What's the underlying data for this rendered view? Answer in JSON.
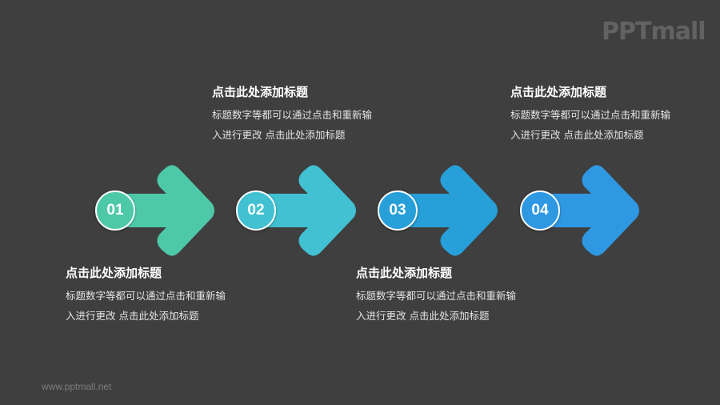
{
  "brand": {
    "logo_text": "PPTmall",
    "footer_url": "www.pptmall.net"
  },
  "colors": {
    "background": "#3f3f3f",
    "step1": "#4ec9a8",
    "step2": "#41c1d2",
    "step3": "#279fd8",
    "step4": "#2f98e3"
  },
  "steps": [
    {
      "number": "01",
      "title": "点击此处添加标题",
      "body_line1": "标题数字等都可以通过点击和重新输",
      "body_line2": "入进行更改 点击此处添加标题",
      "text_position": "below",
      "icon": "right-arrow-icon"
    },
    {
      "number": "02",
      "title": "点击此处添加标题",
      "body_line1": "标题数字等都可以通过点击和重新输",
      "body_line2": "入进行更改 点击此处添加标题",
      "text_position": "above",
      "icon": "right-arrow-icon"
    },
    {
      "number": "03",
      "title": "点击此处添加标题",
      "body_line1": "标题数字等都可以通过点击和重新输",
      "body_line2": "入进行更改 点击此处添加标题",
      "text_position": "below",
      "icon": "right-arrow-icon"
    },
    {
      "number": "04",
      "title": "点击此处添加标题",
      "body_line1": "标题数字等都可以通过点击和重新输",
      "body_line2": "入进行更改 点击此处添加标题",
      "text_position": "above",
      "icon": "right-arrow-icon"
    }
  ]
}
